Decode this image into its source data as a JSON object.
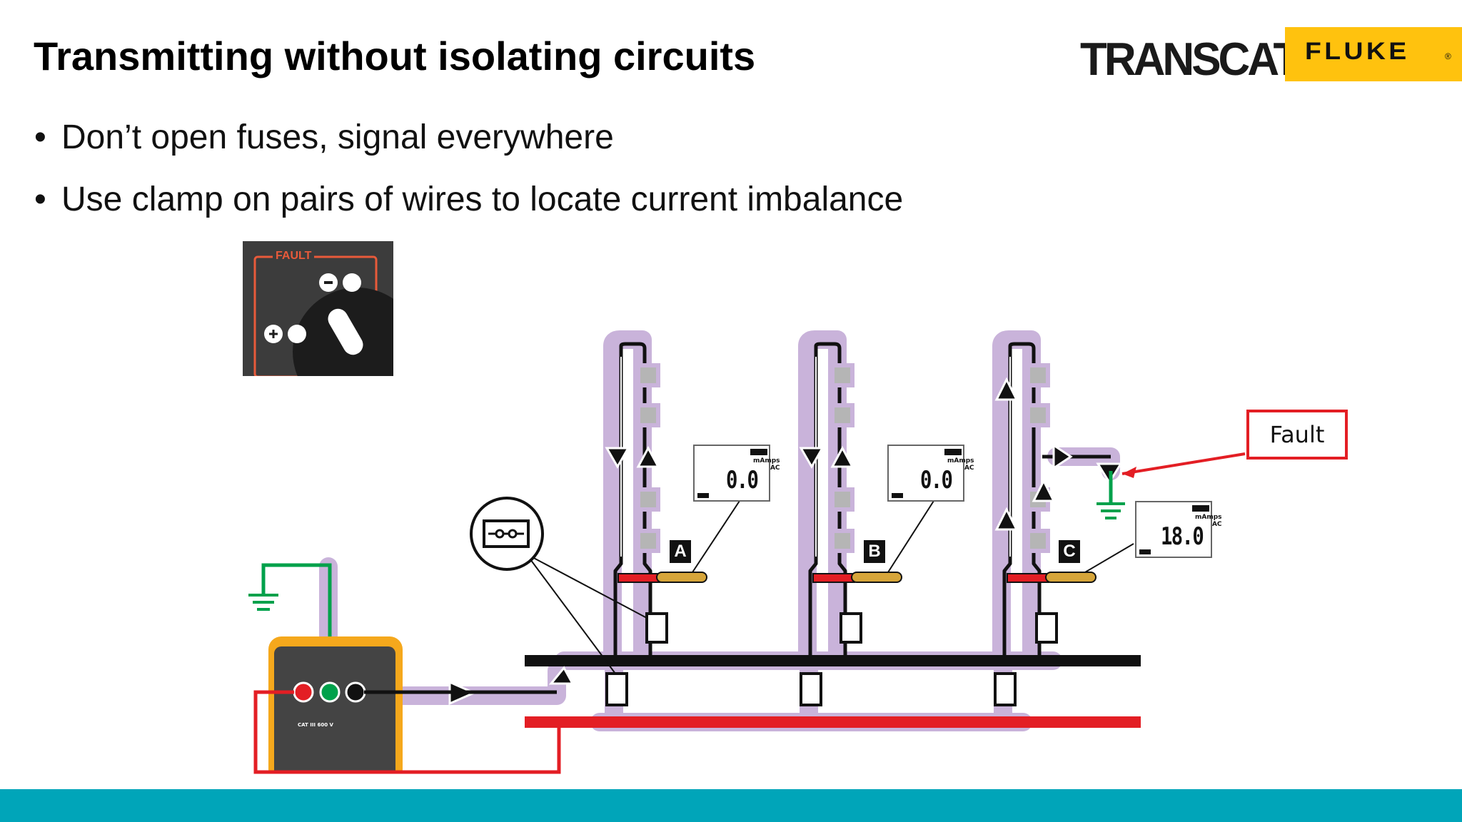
{
  "slide": {
    "title": "Transmitting without isolating circuits",
    "bullets": [
      "Don’t open fuses, signal everywhere",
      "Use clamp on pairs of wires to locate current imbalance"
    ],
    "bullet_glyph": "•"
  },
  "logos": {
    "transcat": "TRANSCAT",
    "transcat_mark": "®",
    "fluke": "FLUKE",
    "fluke_mark": "®"
  },
  "diagram": {
    "inset_label": "FAULT",
    "fault_callout": "Fault",
    "instrument_rating": "CAT III 600 V",
    "circuits": [
      {
        "letter": "A",
        "reading": "0.0",
        "unit": "mAmps",
        "mode": "AC"
      },
      {
        "letter": "B",
        "reading": "0.0",
        "unit": "mAmps",
        "mode": "AC"
      },
      {
        "letter": "C",
        "reading": "18.0",
        "unit": "mAmps",
        "mode": "AC"
      }
    ]
  },
  "colors": {
    "footer_bar": "#00a5b9",
    "fluke_yellow": "#ffc20e",
    "fault_red": "#e31e24",
    "signal_purple": "#c9b3da",
    "ground_green": "#00a14b",
    "bus_black": "#111111",
    "bus_red": "#e31e24"
  }
}
